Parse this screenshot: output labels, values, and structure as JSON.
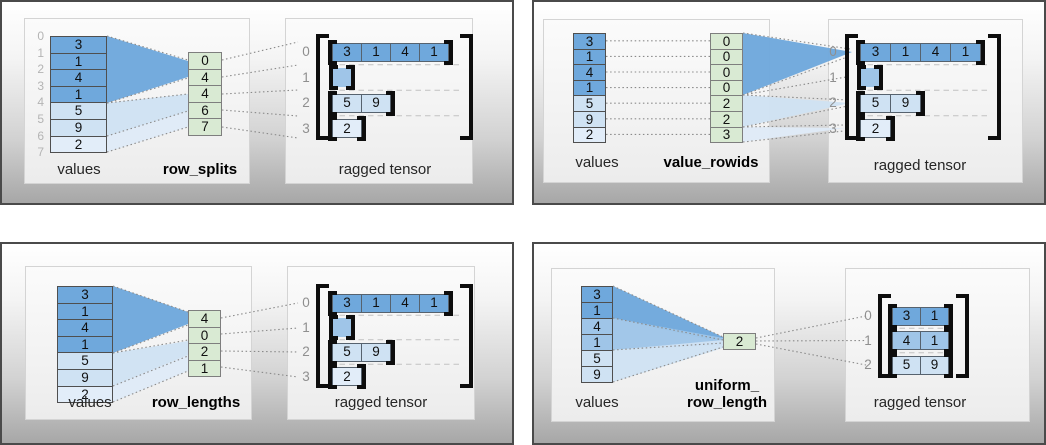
{
  "figure": {
    "subject": "ragged tensor construction",
    "tensor_values": [
      3,
      1,
      4,
      1,
      5,
      9,
      2
    ]
  },
  "colors": {
    "dark_blue": "#6fa8dc",
    "medium_blue": "#9fc5e8",
    "light_blue": "#cfe2f3",
    "pale_blue": "#e2edf9",
    "green": "#d9ead3"
  },
  "panels": [
    {
      "method_label": "row_splits",
      "values_label": "values",
      "tensor_label": "ragged tensor",
      "values": [
        "3",
        "1",
        "4",
        "1",
        "5",
        "9",
        "2"
      ],
      "value_index_labels": [
        "0",
        "1",
        "2",
        "3",
        "4",
        "5",
        "6",
        "7"
      ],
      "method_values": [
        "0",
        "4",
        "4",
        "6",
        "7"
      ],
      "tensor_rows": [
        {
          "label": "0",
          "cells": [
            "3",
            "1",
            "4",
            "1"
          ]
        },
        {
          "label": "1",
          "cells": []
        },
        {
          "label": "2",
          "cells": [
            "5",
            "9"
          ]
        },
        {
          "label": "3",
          "cells": [
            "2"
          ]
        }
      ]
    },
    {
      "method_label": "value_rowids",
      "values_label": "values",
      "tensor_label": "ragged tensor",
      "values": [
        "3",
        "1",
        "4",
        "1",
        "5",
        "9",
        "2"
      ],
      "method_values": [
        "0",
        "0",
        "0",
        "0",
        "2",
        "2",
        "3"
      ],
      "tensor_rows": [
        {
          "label": "0",
          "cells": [
            "3",
            "1",
            "4",
            "1"
          ]
        },
        {
          "label": "1",
          "cells": []
        },
        {
          "label": "2",
          "cells": [
            "5",
            "9"
          ]
        },
        {
          "label": "3",
          "cells": [
            "2"
          ]
        }
      ]
    },
    {
      "method_label": "row_lengths",
      "values_label": "values",
      "tensor_label": "ragged tensor",
      "values": [
        "3",
        "1",
        "4",
        "1",
        "5",
        "9",
        "2"
      ],
      "method_values": [
        "4",
        "0",
        "2",
        "1"
      ],
      "tensor_rows": [
        {
          "label": "0",
          "cells": [
            "3",
            "1",
            "4",
            "1"
          ]
        },
        {
          "label": "1",
          "cells": []
        },
        {
          "label": "2",
          "cells": [
            "5",
            "9"
          ]
        },
        {
          "label": "3",
          "cells": [
            "2"
          ]
        }
      ]
    },
    {
      "method_label": "uniform_\nrow_length",
      "values_label": "values",
      "tensor_label": "ragged tensor",
      "values": [
        "3",
        "1",
        "4",
        "1",
        "5",
        "9"
      ],
      "method_values": [
        "2"
      ],
      "tensor_rows": [
        {
          "label": "0",
          "cells": [
            "3",
            "1"
          ]
        },
        {
          "label": "1",
          "cells": [
            "4",
            "1"
          ]
        },
        {
          "label": "2",
          "cells": [
            "5",
            "9"
          ]
        }
      ]
    }
  ]
}
